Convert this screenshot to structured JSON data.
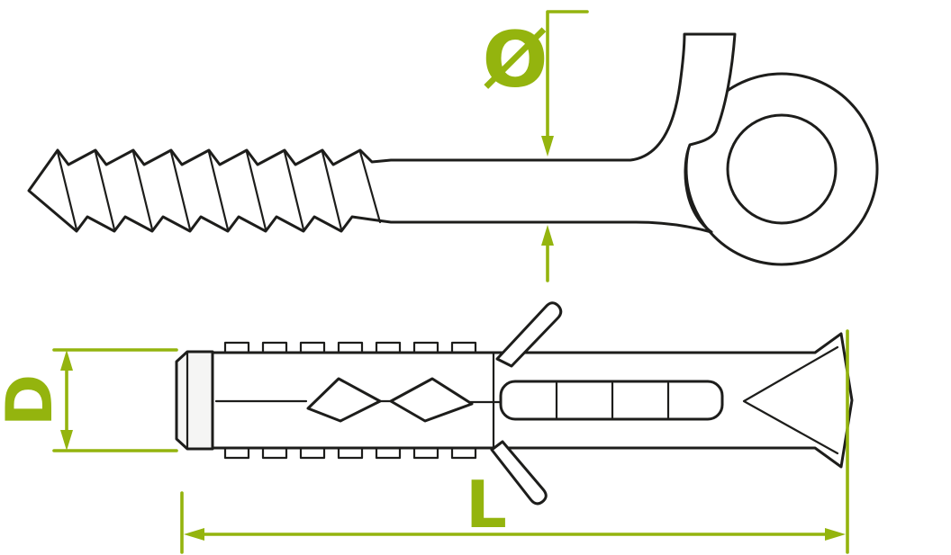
{
  "drawing": {
    "labels": {
      "diameter": "Ø",
      "plug_diameter": "D",
      "length": "L"
    },
    "colors": {
      "line": "#1d1d1b",
      "dimension": "#94b40e",
      "background": "#ffffff"
    }
  }
}
